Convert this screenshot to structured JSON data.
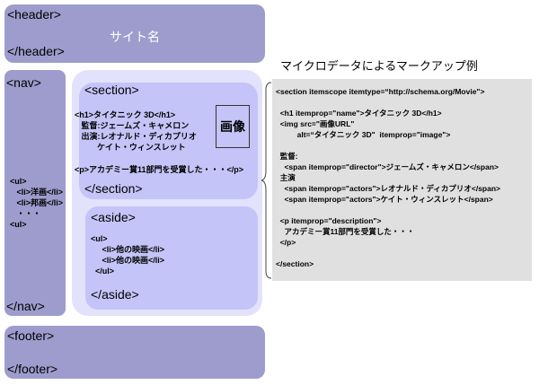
{
  "title": "マイクロデータによるマークアップ例",
  "header": {
    "open": "<header>",
    "site_name": "サイト名",
    "close": "</header>"
  },
  "nav": {
    "open": "<nav>",
    "list": "<ul>\n   <li>洋画</li>\n   <li>邦画</li>\n   ・・・\n<ul>",
    "close": "</nav>"
  },
  "section": {
    "open": "<section>",
    "h1": "<h1>タイタニック 3D</h1>\n   監督:ジェームズ・キャメロン\n   出演:レオナルド・ディカプリオ\n          ケイト・ウィンスレット",
    "image": "画像",
    "p": "<p>アカデミー賞11部門を受賞した・・・</p>",
    "close": "</section>"
  },
  "aside": {
    "open": "<aside>",
    "list": "<ul>\n     <li>他の映画</li>\n     <li>他の映画</li>\n  </ul>",
    "close": "</aside>"
  },
  "footer": {
    "open": "<footer>",
    "close": "</footer>"
  },
  "code": "<section itemscope itemtype=“http://schema.org/Movie\">\n\n  <h1 itemprop=\"name\">タイタニック 3D</h1>\n  <img src=\"画像URL\"\n          alt=“タイタニック 3D\"  itemprop=\"image\">\n\n  監督:\n    <span itemprop=\"director\">ジェームズ・キャメロン</span>\n  主演\n    <span itemprop=\"actors\">レオナルド・ディカプリオ</span>\n    <span itemprop=\"actors\">ケイト・ウィンスレット</span>\n\n  <p itemprop=\"description\">\n    アカデミー賞11部門を受賞した・・・\n  </p>\n\n</section>"
}
